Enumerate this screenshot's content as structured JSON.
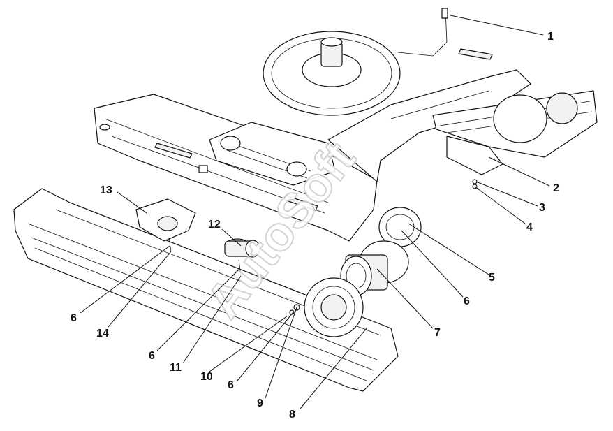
{
  "watermark": "AutoSoft",
  "callouts": [
    {
      "label": "1"
    },
    {
      "label": "2"
    },
    {
      "label": "3"
    },
    {
      "label": "4"
    },
    {
      "label": "5"
    },
    {
      "label": "6"
    },
    {
      "label": "7"
    },
    {
      "label": "6"
    },
    {
      "label": "8"
    },
    {
      "label": "9"
    },
    {
      "label": "6"
    },
    {
      "label": "10"
    },
    {
      "label": "11"
    },
    {
      "label": "6"
    },
    {
      "label": "14"
    },
    {
      "label": "6"
    },
    {
      "label": "12"
    },
    {
      "label": "13"
    }
  ]
}
